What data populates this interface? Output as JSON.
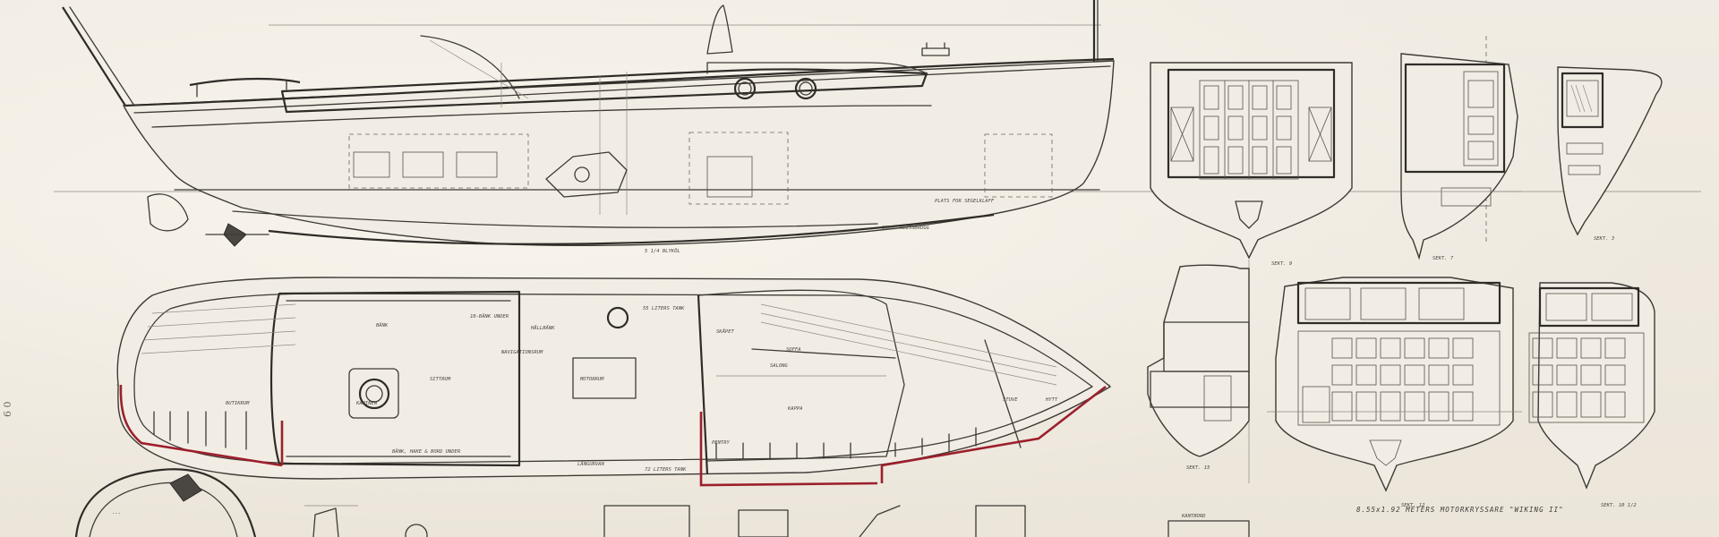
{
  "drawing": {
    "title": "8.55x1.92 METERS MOTORKRYSSARE \"WIKING II\"",
    "margin_note": "6 0",
    "profile_labels": {
      "plats_for_seg": "PLATS FOR SEGELKLAFF",
      "seglklaff_bottom": "BORD, KLISSBRUGG",
      "keel_note": "5 1/4 BLYKÖL"
    },
    "plan_labels": {
      "bank": "BÄNK",
      "bank_hanger": "10-BÄNK UNDER",
      "hallbank": "HÅLLBÄNK",
      "tank55": "55 LITERS TANK",
      "navigation": "NAVIGATIONSRUM",
      "sittrum": "SITTRUM",
      "motor_hatch": "MOTORRUM",
      "kaminen": "KAMINEN",
      "butikrum": "BUTIKRUM",
      "skaffet": "SKÅPET",
      "salong": "SALONG",
      "sofa": "SOFFA",
      "stuve": "STUVE",
      "hytt": "HYTT",
      "bank_under": "BÄNK, HAKE & BORD UNDER",
      "tank72": "72 LITERS TANK",
      "longurvan": "LÅNGURVAN",
      "pentry": "PENTRY",
      "kappa": "KAPPA"
    },
    "sections": {
      "s1": "SEKT. 9",
      "s2": "SEKT. 7",
      "s3": "SEKT. 3",
      "s4": "SEKT. 15",
      "s5": "SEKT. 12",
      "s6": "SEKT. 10 1/2",
      "kantbord": "KANTBORD"
    }
  }
}
